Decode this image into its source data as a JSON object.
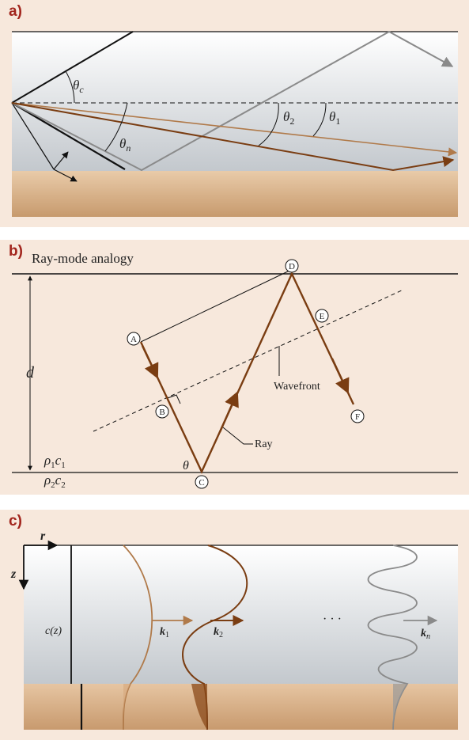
{
  "panel_a": {
    "letter": "a)",
    "labels": {
      "theta_c": "θ",
      "theta_c_sub": "c",
      "theta_n": "θ",
      "theta_n_sub": "n",
      "theta_2": "θ",
      "theta_2_sub": "2",
      "theta_1": "θ",
      "theta_1_sub": "1"
    }
  },
  "panel_b": {
    "letter": "b)",
    "title": "Ray-mode analogy",
    "points": [
      "A",
      "B",
      "C",
      "D",
      "E",
      "F"
    ],
    "labels": {
      "depth": "d",
      "wavefront": "Wavefront",
      "ray": "Ray",
      "theta": "θ",
      "medium1_rho": "ρ",
      "medium1_c": "c",
      "medium1_sub": "1",
      "medium2_rho": "ρ",
      "medium2_c": "c",
      "medium2_sub": "2"
    }
  },
  "panel_c": {
    "letter": "c)",
    "labels": {
      "r_axis": "r",
      "z_axis": "z",
      "sound_speed": "c(z)",
      "k1": "k",
      "k1_sub": "1",
      "k2": "k",
      "k2_sub": "2",
      "kn": "k",
      "kn_sub": "n",
      "ellipsis": "· · ·"
    }
  },
  "colors": {
    "panel_bg": "#f7e8dc",
    "water_top": "#ffffff",
    "water_bottom": "#c6cbd0",
    "sediment_top": "#e7c7a6",
    "sediment_bottom": "#c89a6e",
    "ray_brown": "#7a3d12",
    "ray_light_brown": "#b07a4a",
    "ray_gray": "#8a8a8a",
    "letter_red": "#a2251d"
  }
}
